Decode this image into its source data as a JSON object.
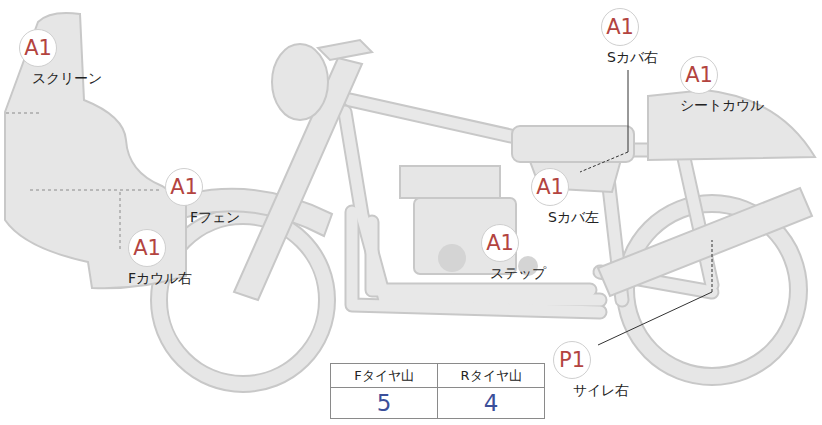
{
  "diagram": {
    "nodes": [
      {
        "text": [
          "A1",
          "スクリーン"
        ]
      },
      {
        "text": [
          "A1",
          "Sカバ右"
        ]
      },
      {
        "text": [
          "A1",
          "シートカウル"
        ]
      },
      {
        "text": [
          "A1",
          "Fフェン"
        ]
      },
      {
        "text": [
          "A1",
          "Sカバ左"
        ]
      },
      {
        "text": [
          "A1",
          "Fカウル右"
        ]
      },
      {
        "text": [
          "A1",
          "ステップ"
        ]
      },
      {
        "text": [
          "P1",
          "サイレ右"
        ]
      }
    ],
    "labels": [
      "Fタイヤ山",
      "Rタイヤ山",
      "5",
      "4"
    ]
  }
}
